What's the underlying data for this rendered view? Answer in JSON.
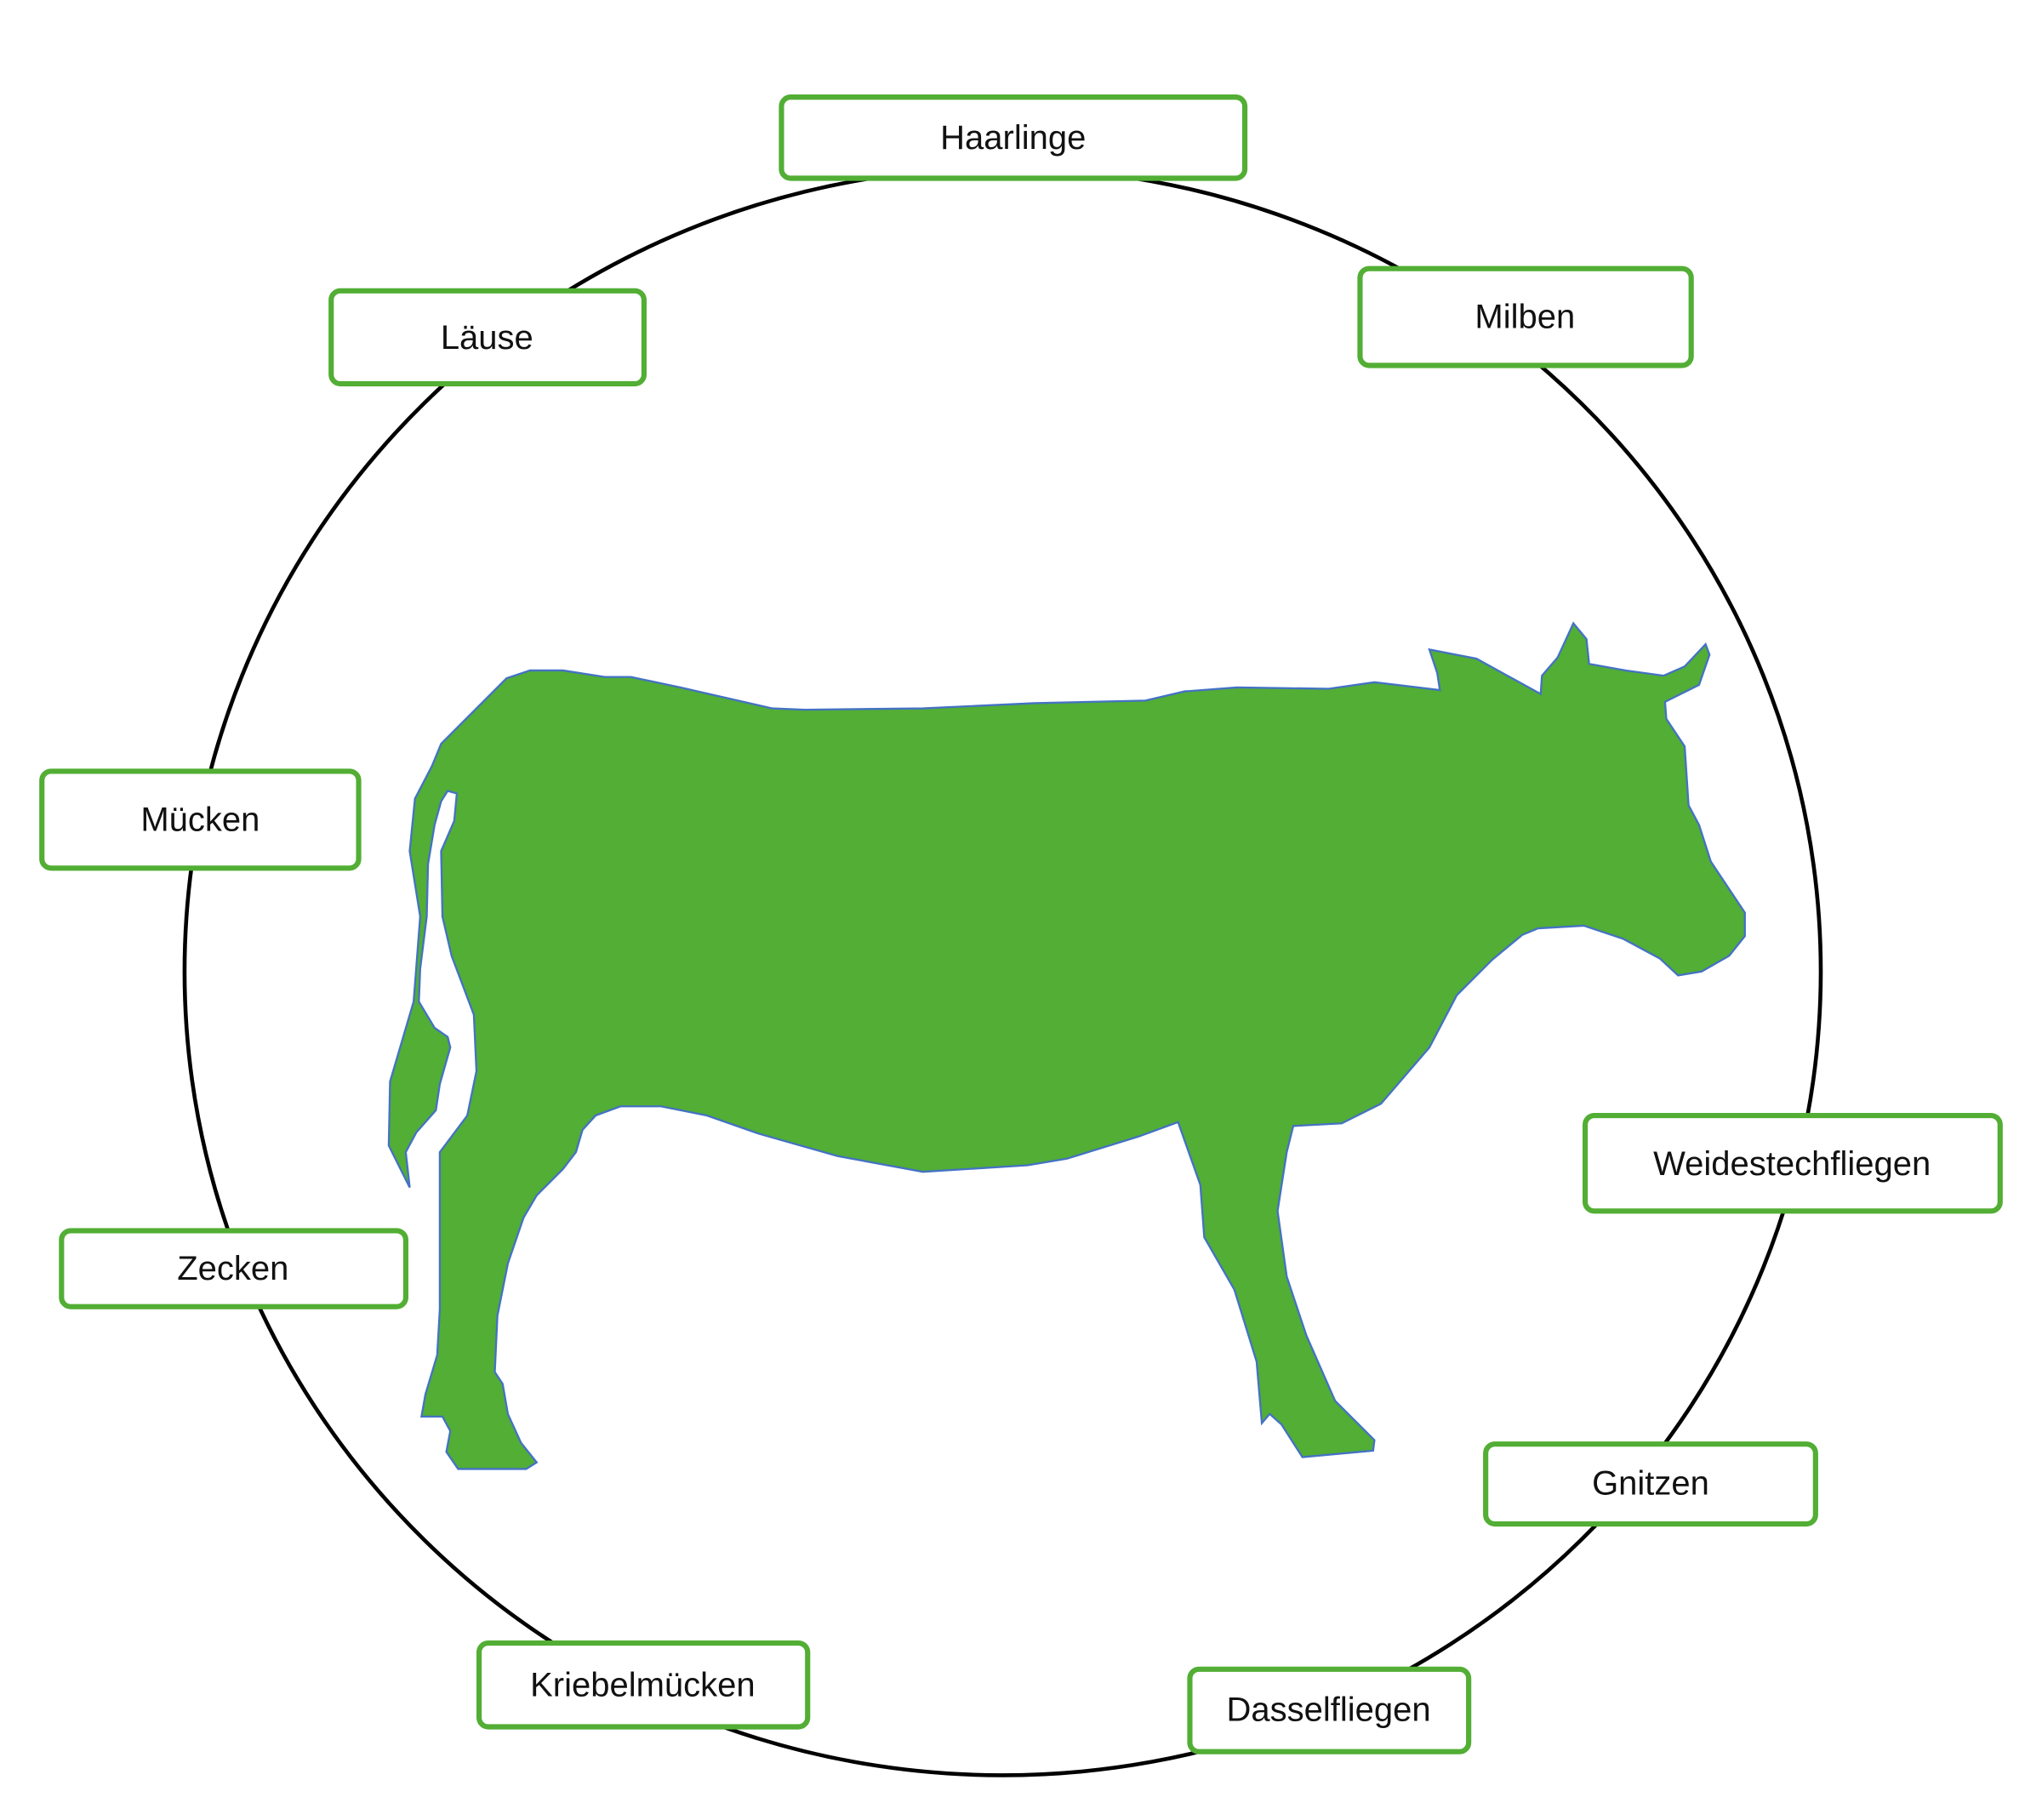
{
  "colors": {
    "cow_fill": "#52ae34",
    "cow_outline": "#4472c4",
    "box_border": "#52ae34",
    "circle": "#000000"
  },
  "labels": {
    "haarlinge": "Haarlinge",
    "milben": "Milben",
    "laeuse": "Läuse",
    "muecken": "Mücken",
    "weidestechfliegen": "Weidestechfliegen",
    "zecken": "Zecken",
    "gnitzen": "Gnitzen",
    "kriebelmuecken": "Kriebelmücken",
    "dasselfliegen": "Dasselfliegen"
  }
}
